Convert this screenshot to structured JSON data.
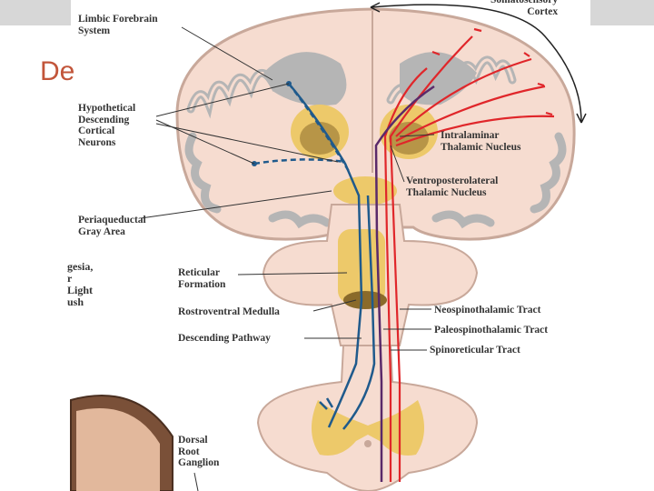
{
  "slide": {
    "title_fragment": "De",
    "left_text_lines": [
      "gesia,",
      "r",
      "Light",
      "ush"
    ]
  },
  "diagram": {
    "labels": {
      "limbic": "Limbic Forebrain\nSystem",
      "somatosensory": "Somatosensory\nCortex",
      "hypothetical": "Hypothetical\nDescending\nCortical\nNeurons",
      "intralaminar": "Intralaminar\nThalamic Nucleus",
      "ventropostero": "Ventroposterolateral\nThalamic Nucleus",
      "periaqueductal": "Periaqueductal\nGray Area",
      "reticular": "Reticular\nFormation",
      "rostroventral": "Rostroventral Medulla",
      "descending": "Descending Pathway",
      "neospino": "Neospinothalamic Tract",
      "paleospino": "Paleospinothalamic Tract",
      "spinoreticular": "Spinoreticular Tract",
      "dorsal": "Dorsal\nRoot\nGanglion"
    },
    "colors": {
      "tissue": "#f6dcd0",
      "tissue_outline": "#c8a89a",
      "gray_matter": "#b5b5b5",
      "nuclei": "#edc96a",
      "dark_nuclei": "#8a6a2a",
      "descending_blue": "#1f5a8c",
      "ascending_red": "#e0262a",
      "ascending_purple": "#5a2a6a"
    }
  }
}
